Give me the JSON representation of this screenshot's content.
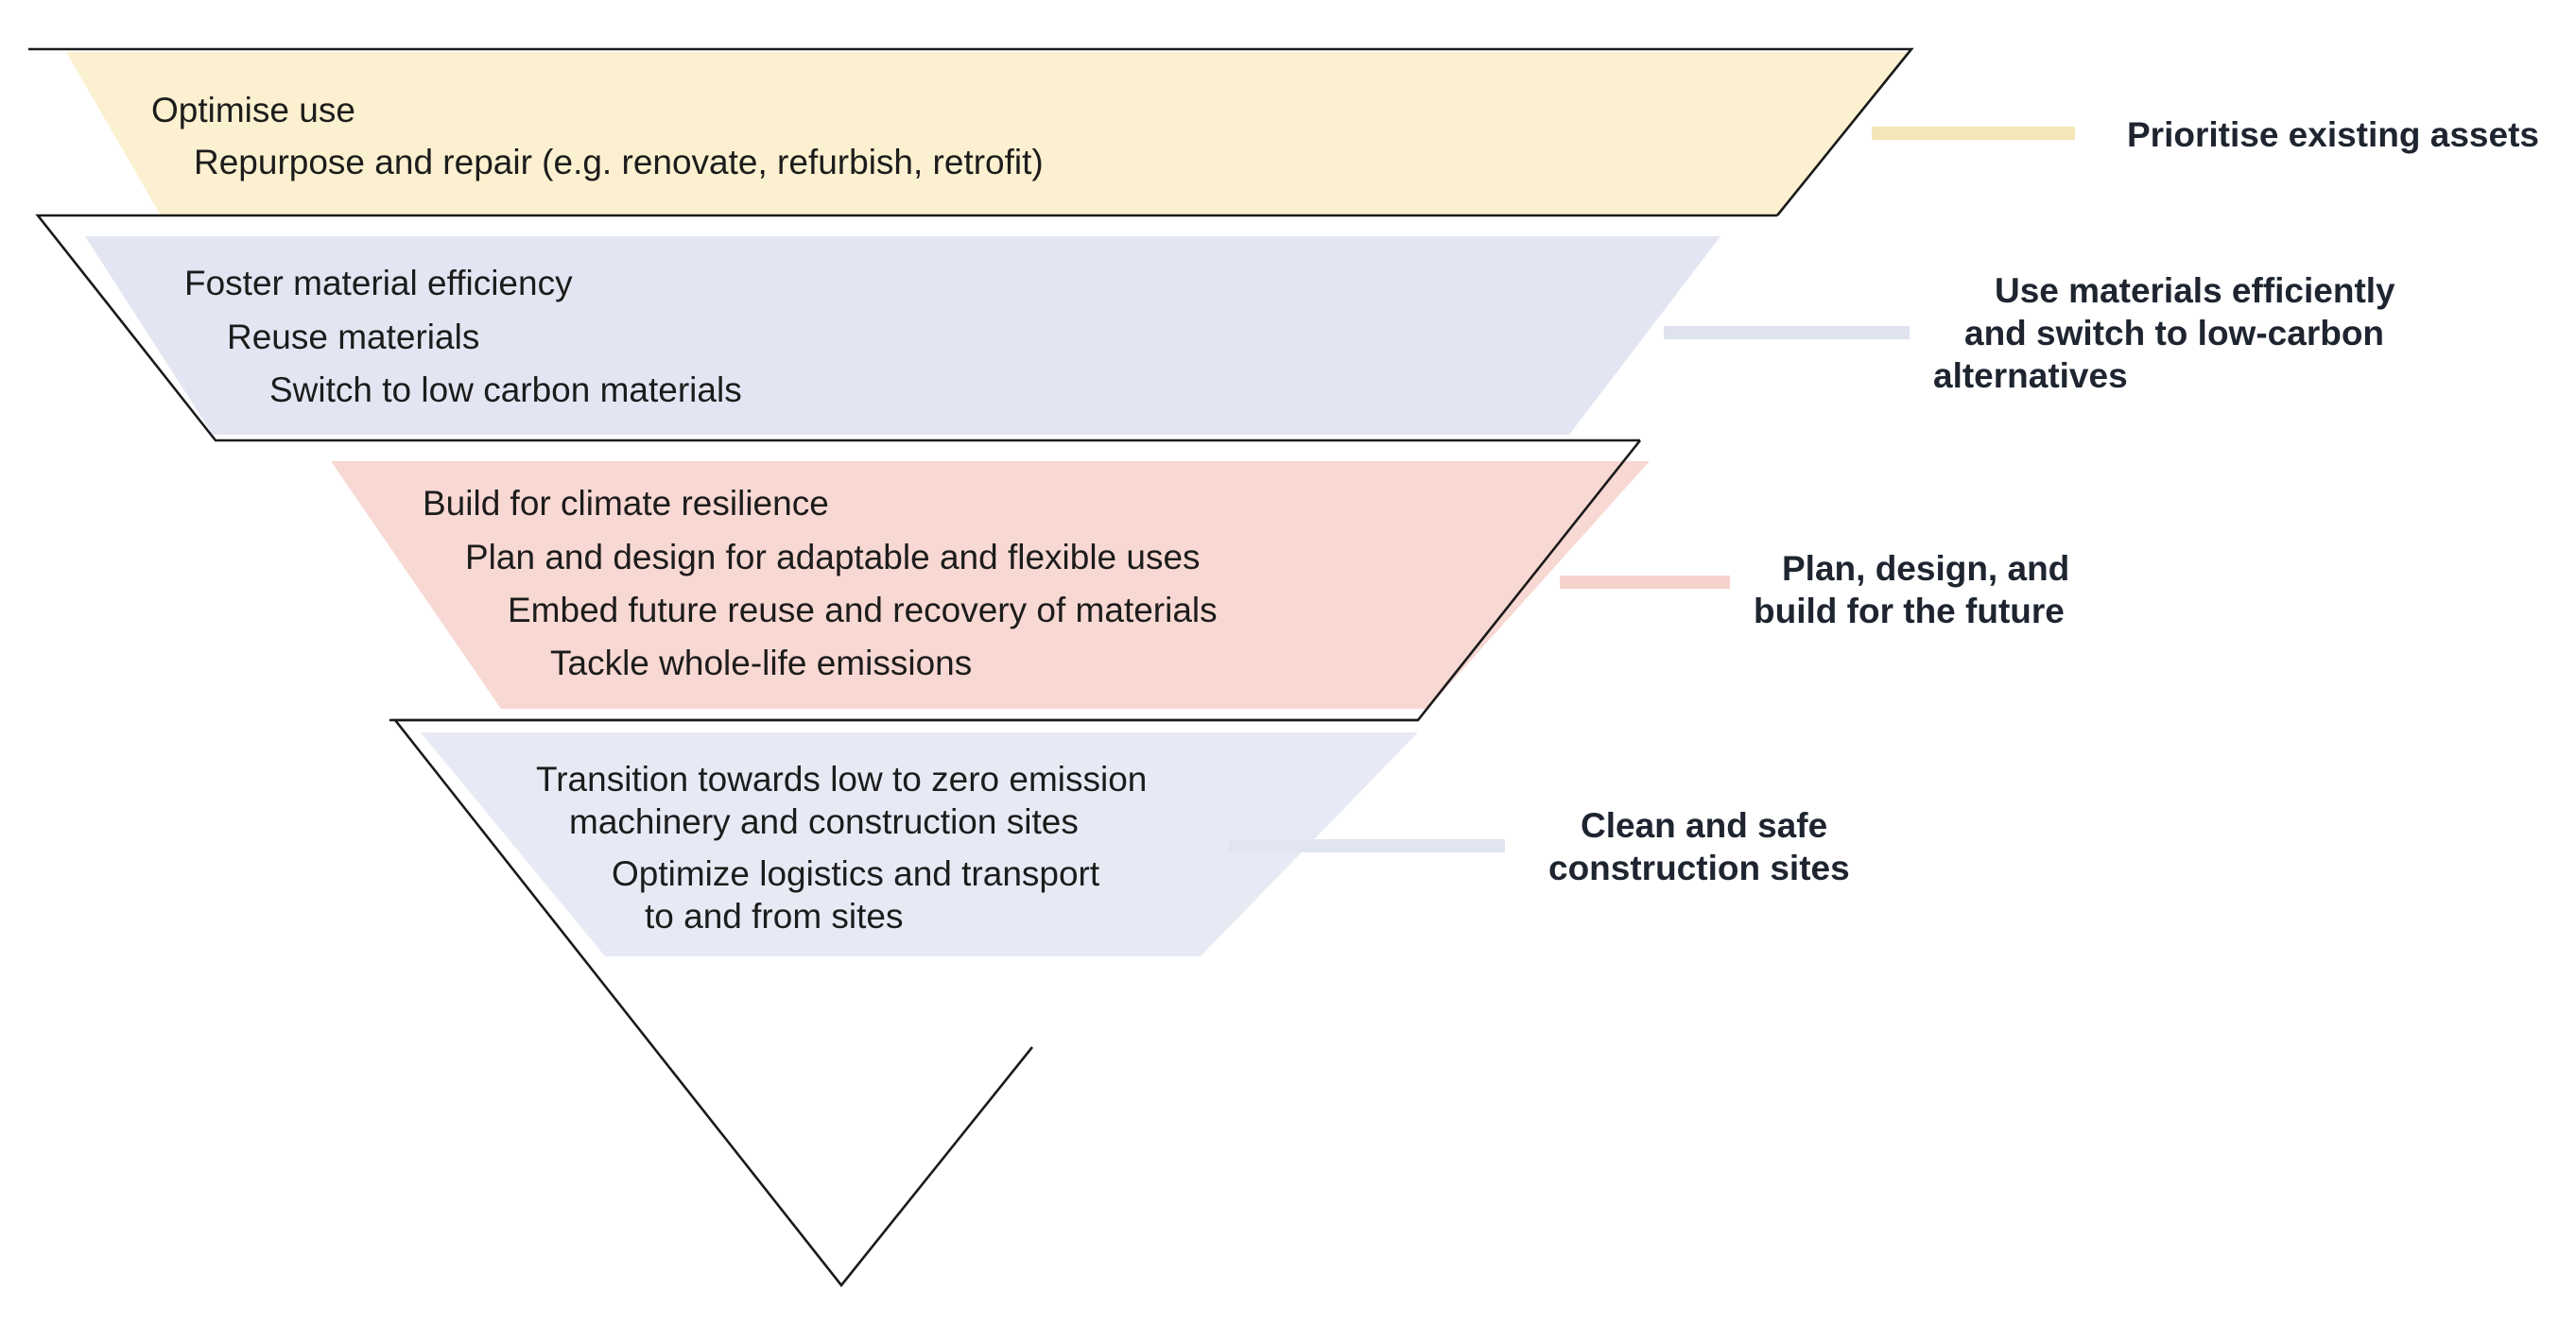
{
  "colors": {
    "outline": "#1a1a1a",
    "item_text": "#1c1c1c",
    "label_text": "#1e2530",
    "tier1_fill": "#fbf0cf",
    "tier2_fill": "#e3e6f2",
    "tier3_fill": "#f8d8d2",
    "tier4_fill": "#e7eaf4"
  },
  "tiers": [
    {
      "label_lines": [
        "Prioritise existing assets"
      ],
      "items": [
        [
          "Optimise use"
        ],
        [
          "Repurpose and repair (e.g. renovate, refurbish, retrofit)"
        ]
      ]
    },
    {
      "label_lines": [
        "Use materials efficiently",
        "and switch to low-carbon",
        "alternatives"
      ],
      "items": [
        [
          "Foster material efficiency"
        ],
        [
          "Reuse materials"
        ],
        [
          "Switch to low carbon materials"
        ]
      ]
    },
    {
      "label_lines": [
        "Plan, design, and",
        "build for the future"
      ],
      "items": [
        [
          "Build for climate resilience"
        ],
        [
          "Plan and design for adaptable and flexible uses"
        ],
        [
          "Embed future reuse and recovery of materials"
        ],
        [
          "Tackle whole-life emissions"
        ]
      ]
    },
    {
      "label_lines": [
        "Clean and safe",
        "construction sites"
      ],
      "items": [
        [
          "Transition towards low to zero emission",
          "machinery and construction sites"
        ],
        [
          "Optimize logistics and transport",
          "to and from sites"
        ]
      ]
    }
  ]
}
